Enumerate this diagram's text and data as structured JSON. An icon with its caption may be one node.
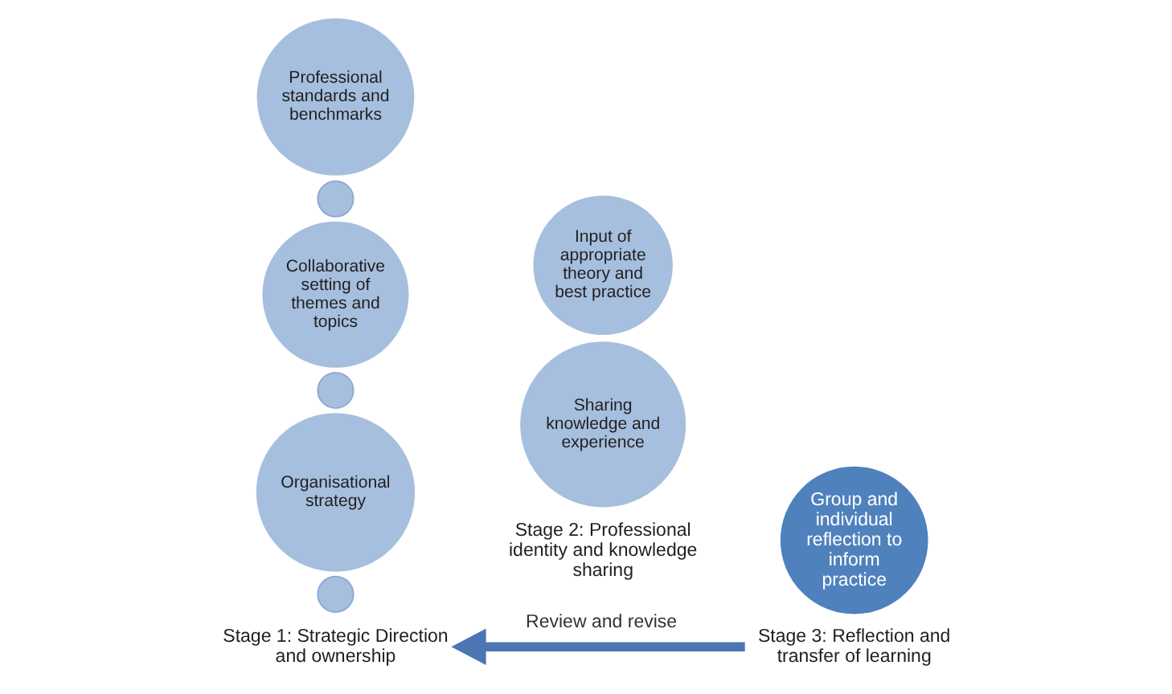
{
  "diagram": {
    "nodes": [
      {
        "text": [
          "Professional standards and benchmarks"
        ]
      },
      {
        "text": [],
        "shape": "circle"
      },
      {
        "text": [
          "Collaborative setting of themes and topics"
        ]
      },
      {
        "text": [],
        "shape": "circle"
      },
      {
        "text": [
          "Organisational strategy"
        ]
      },
      {
        "text": [],
        "shape": "circle"
      },
      {
        "text": [
          "Input of appropriate theory and best practice"
        ]
      },
      {
        "text": [
          "Sharing knowledge and experience"
        ]
      },
      {
        "text": [
          "Group and individual reflection to inform practice"
        ]
      },
      {
        "text": [
          "Stage 1: Strategic Direction and ownership"
        ]
      },
      {
        "text": [
          "Stage 2: Professional identity and knowledge sharing"
        ]
      },
      {
        "text": [
          "Stage 3: Reflection and transfer of learning"
        ]
      }
    ],
    "edges": [
      {
        "from": 11,
        "to": 9,
        "arrow": "to",
        "label": "Review and revise"
      }
    ]
  }
}
